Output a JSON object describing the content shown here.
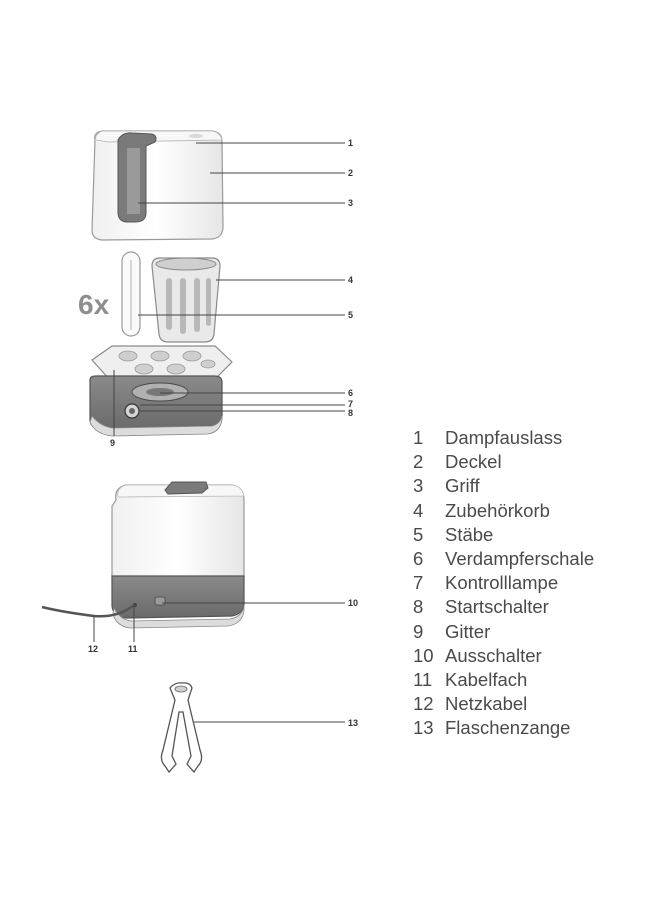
{
  "quantity_label": "6x",
  "legend": [
    {
      "number": "1",
      "label": "Dampfauslass"
    },
    {
      "number": "2",
      "label": "Deckel"
    },
    {
      "number": "3",
      "label": "Griff"
    },
    {
      "number": "4",
      "label": "Zubehörkorb"
    },
    {
      "number": "5",
      "label": "Stäbe"
    },
    {
      "number": "6",
      "label": "Verdampferschale"
    },
    {
      "number": "7",
      "label": "Kontrolllampe"
    },
    {
      "number": "8",
      "label": "Startschalter"
    },
    {
      "number": "9",
      "label": "Gitter"
    },
    {
      "number": "10",
      "label": "Ausschalter"
    },
    {
      "number": "11",
      "label": "Kabelfach"
    },
    {
      "number": "12",
      "label": "Netzkabel"
    },
    {
      "number": "13",
      "label": "Flaschenzange"
    }
  ],
  "callouts": [
    "1",
    "2",
    "3",
    "4",
    "5",
    "6",
    "7",
    "8",
    "9",
    "10",
    "11",
    "12",
    "13"
  ]
}
